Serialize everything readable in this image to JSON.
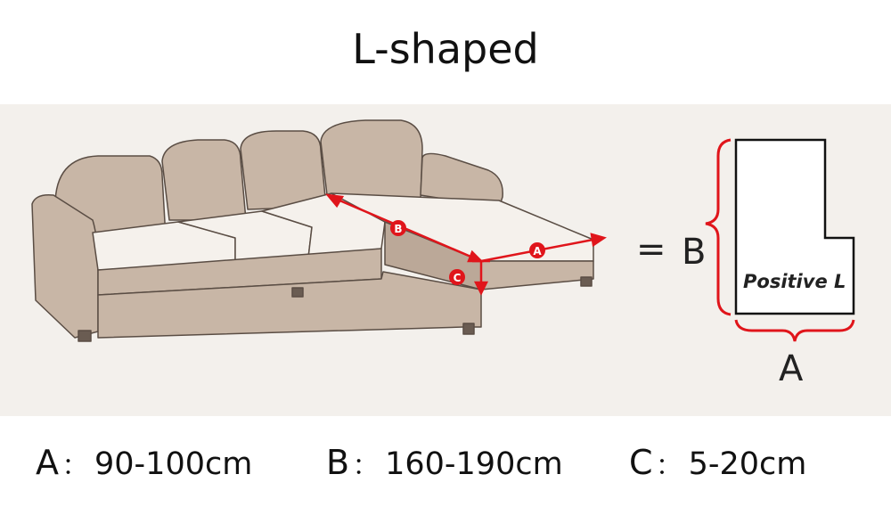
{
  "title": "L-shaped",
  "diagram": {
    "equals": "=",
    "label_b": "B",
    "label_a": "A",
    "shape_caption": "Positive L",
    "markers": {
      "a": "A",
      "b": "B",
      "c": "C"
    },
    "colors": {
      "measure": "#e0151b",
      "sofa_body": "#c8b6a6",
      "cushion": "#f5f1ec",
      "outline": "#5a4d44"
    }
  },
  "dimensions": [
    {
      "key": "A",
      "sep": "：",
      "value": "90-100cm"
    },
    {
      "key": "B",
      "sep": "：",
      "value": "160-190cm"
    },
    {
      "key": "C",
      "sep": "：",
      "value": "5-20cm"
    }
  ]
}
